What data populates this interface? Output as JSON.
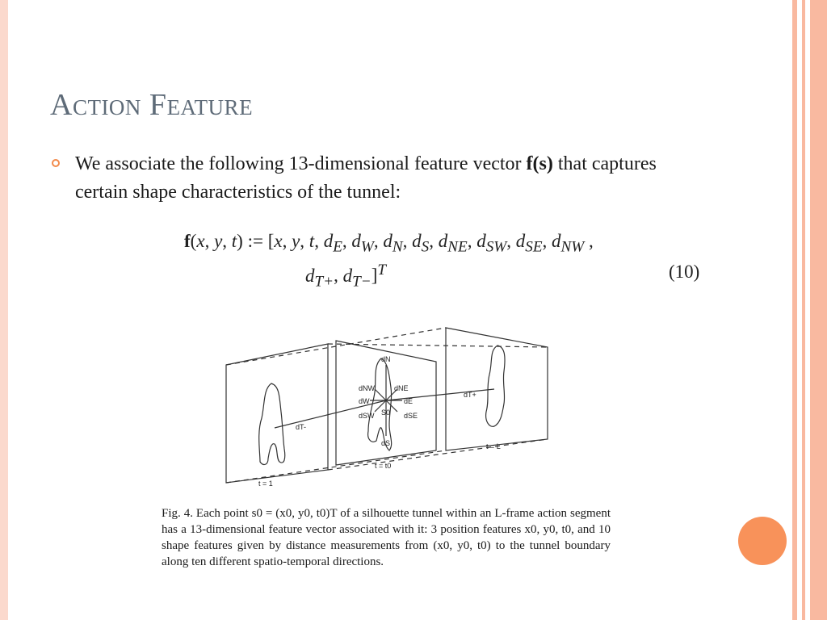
{
  "slide": {
    "title": "Action Feature",
    "bullet": {
      "part1": "We associate the following 13-dimensional feature vector ",
      "fs": "f(s)",
      "part2": " that captures certain shape characteristics of the tunnel:"
    },
    "equation": {
      "line1": "f(x, y, t) := [x, y, t, d",
      "line2": "d",
      "number": "(10)"
    },
    "figure": {
      "labels": {
        "dN": "dN",
        "dNW": "dNW",
        "dNE": "dNE",
        "dW": "dW",
        "dE": "dE",
        "dSW": "dSW",
        "dSE": "dSE",
        "dS": "dS",
        "s0": "S0",
        "dTminus": "dT-",
        "dTplus": "dT+",
        "t1": "t = 1",
        "t0": "t = t0",
        "tL": "t = L"
      }
    },
    "caption": "Fig. 4.    Each point s0 = (x0, y0, t0)T of a silhouette tunnel within an L-frame action segment has a 13-dimensional feature vector associated with it: 3 position features x0, y0, t0, and 10 shape features given by distance measurements from (x0, y0, t0) to the tunnel boundary along ten different spatio-temporal directions."
  },
  "colors": {
    "title": "#5e6b78",
    "accent": "#f8925a",
    "border": "#f9b9a0"
  }
}
